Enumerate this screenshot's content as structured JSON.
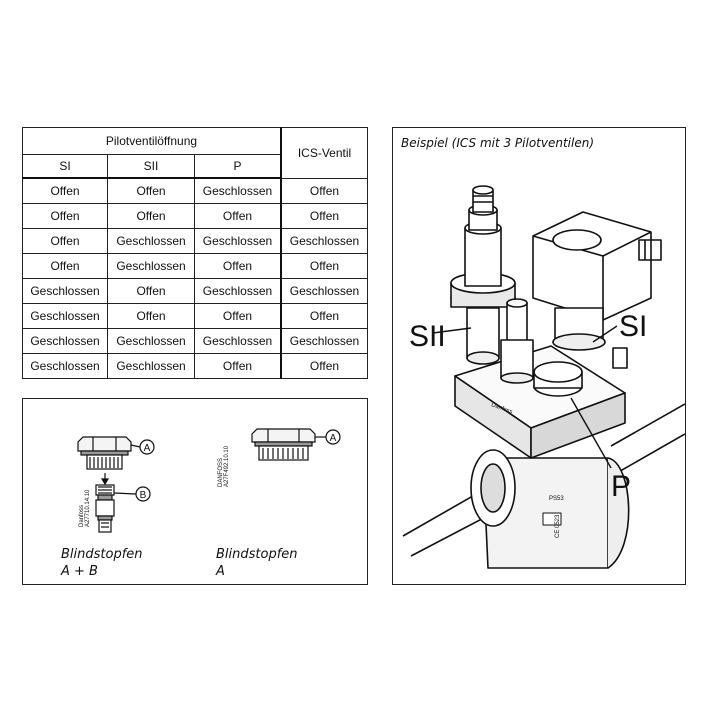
{
  "table": {
    "group_header": "Pilotventilöffnung",
    "ics_header": "ICS-Ventil",
    "columns": [
      "SI",
      "SII",
      "P"
    ],
    "rows": [
      [
        "Offen",
        "Offen",
        "Geschlossen",
        "Offen"
      ],
      [
        "Offen",
        "Offen",
        "Offen",
        "Offen"
      ],
      [
        "Offen",
        "Geschlossen",
        "Geschlossen",
        "Geschlossen"
      ],
      [
        "Offen",
        "Geschlossen",
        "Offen",
        "Offen"
      ],
      [
        "Geschlossen",
        "Offen",
        "Geschlossen",
        "Geschlossen"
      ],
      [
        "Geschlossen",
        "Offen",
        "Offen",
        "Offen"
      ],
      [
        "Geschlossen",
        "Geschlossen",
        "Geschlossen",
        "Geschlossen"
      ],
      [
        "Geschlossen",
        "Geschlossen",
        "Offen",
        "Offen"
      ]
    ]
  },
  "plugs": {
    "left": {
      "callouts": [
        "A",
        "B"
      ],
      "ref_brand": "Danfoss",
      "ref_code": "A27710.14.10",
      "caption_line1": "Blindstopfen",
      "caption_line2": "A + B"
    },
    "right": {
      "callouts": [
        "A"
      ],
      "ref_brand": "DANFOSS",
      "ref_code": "A27F492.10.10",
      "caption_line1": "Blindstopfen",
      "caption_line2": "A"
    }
  },
  "example": {
    "title": "Beispiel (ICS mit 3 Pilotventilen)",
    "labels": {
      "sii": "SII",
      "si": "SI",
      "p": "P"
    },
    "body_marks": [
      "Danfoss",
      "PS53",
      "CE 0523"
    ]
  }
}
